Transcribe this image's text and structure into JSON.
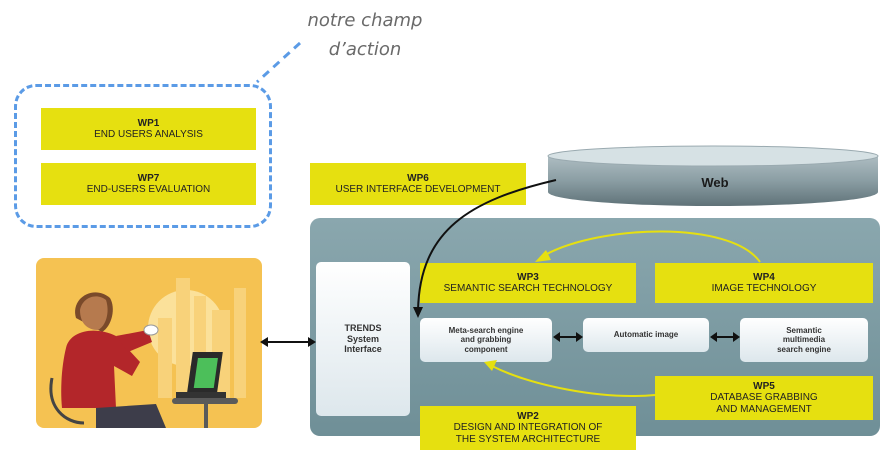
{
  "annotation": {
    "line1": "notre champ",
    "line2": "d’action"
  },
  "wp1": {
    "title": "WP1",
    "desc": "END USERS ANALYSIS"
  },
  "wp7": {
    "title": "WP7",
    "desc": "END-USERS EVALUATION"
  },
  "wp6": {
    "title": "WP6",
    "desc": "USER INTERFACE DEVELOPMENT"
  },
  "web": {
    "label": "Web"
  },
  "wp3": {
    "title": "WP3",
    "desc": "SEMANTIC SEARCH TECHNOLOGY"
  },
  "wp4": {
    "title": "WP4",
    "desc": "IMAGE  TECHNOLOGY"
  },
  "trends": {
    "line1": "TRENDS",
    "line2": "System",
    "line3": "Interface"
  },
  "meta": {
    "line1": "Meta-search engine",
    "line2": "and grabbing",
    "line3": "component"
  },
  "auto": {
    "label": "Automatic image"
  },
  "semantic": {
    "line1": "Semantic",
    "line2": "multimedia",
    "line3": "search engine"
  },
  "wp5": {
    "title": "WP5",
    "line1": "DATABASE GRABBING",
    "line2": "AND MANAGEMENT"
  },
  "wp2": {
    "title": "WP2",
    "line1": "DESIGN AND INTEGRATION OF",
    "line2": "THE SYSTEM ARCHITECTURE"
  },
  "colors": {
    "wp_yellow": "#e6e010",
    "panel": "#7f9ea6",
    "dashed": "#5b9be6",
    "illustration_bg": "#f5c252"
  }
}
